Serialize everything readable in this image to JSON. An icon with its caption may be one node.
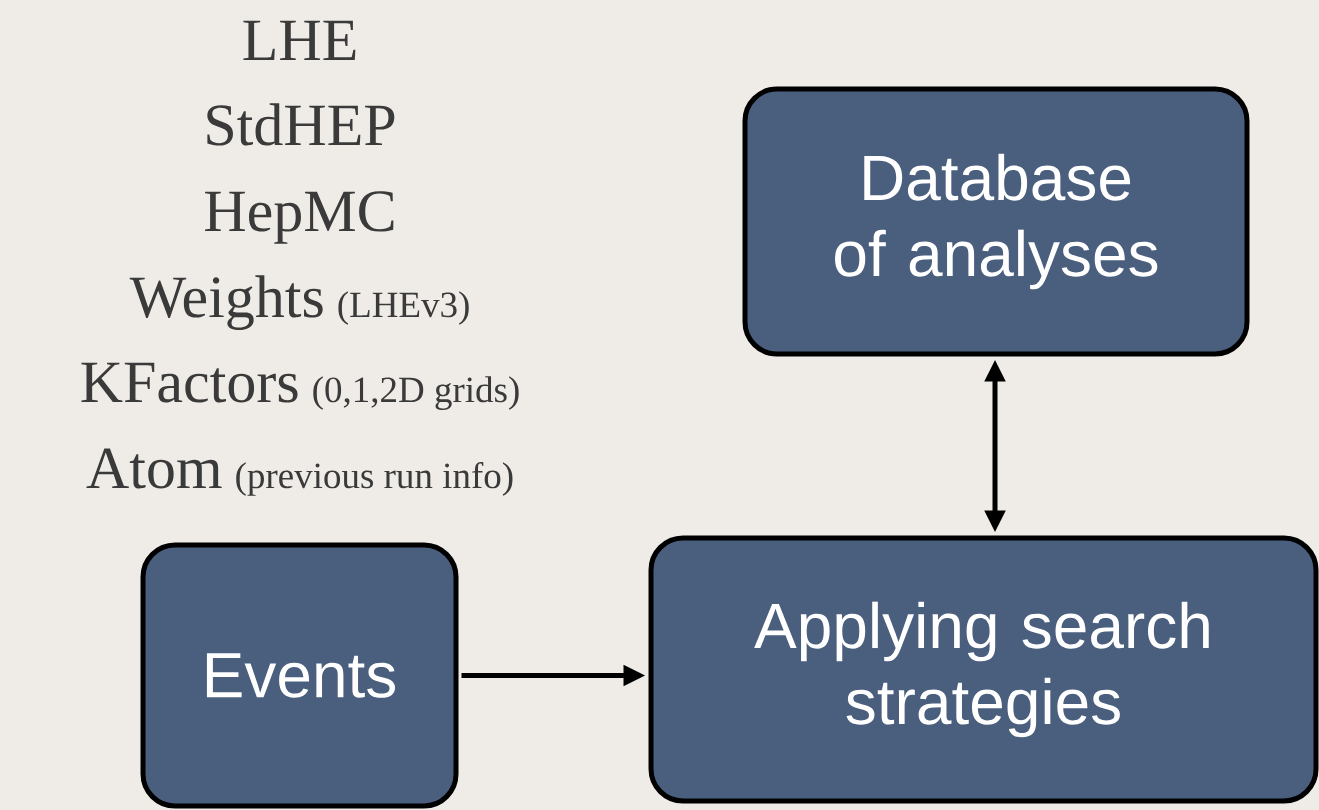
{
  "diagram": {
    "nodes": [
      {
        "text": [
          "Database of analyses"
        ]
      },
      {
        "text": [
          "Events"
        ]
      },
      {
        "text": [
          "Applying search strategies"
        ]
      }
    ],
    "edges": [
      {
        "from": 1,
        "to": 2,
        "arrow": "to"
      },
      {
        "from": 0,
        "to": 2,
        "arrow": "both"
      }
    ],
    "labels": [
      "LHE",
      "StdHEP",
      "HepMC",
      "Weights",
      "(LHEv3)",
      "KFactors",
      "(0,1,2D grids)",
      "Atom",
      "(previous run info)"
    ]
  }
}
